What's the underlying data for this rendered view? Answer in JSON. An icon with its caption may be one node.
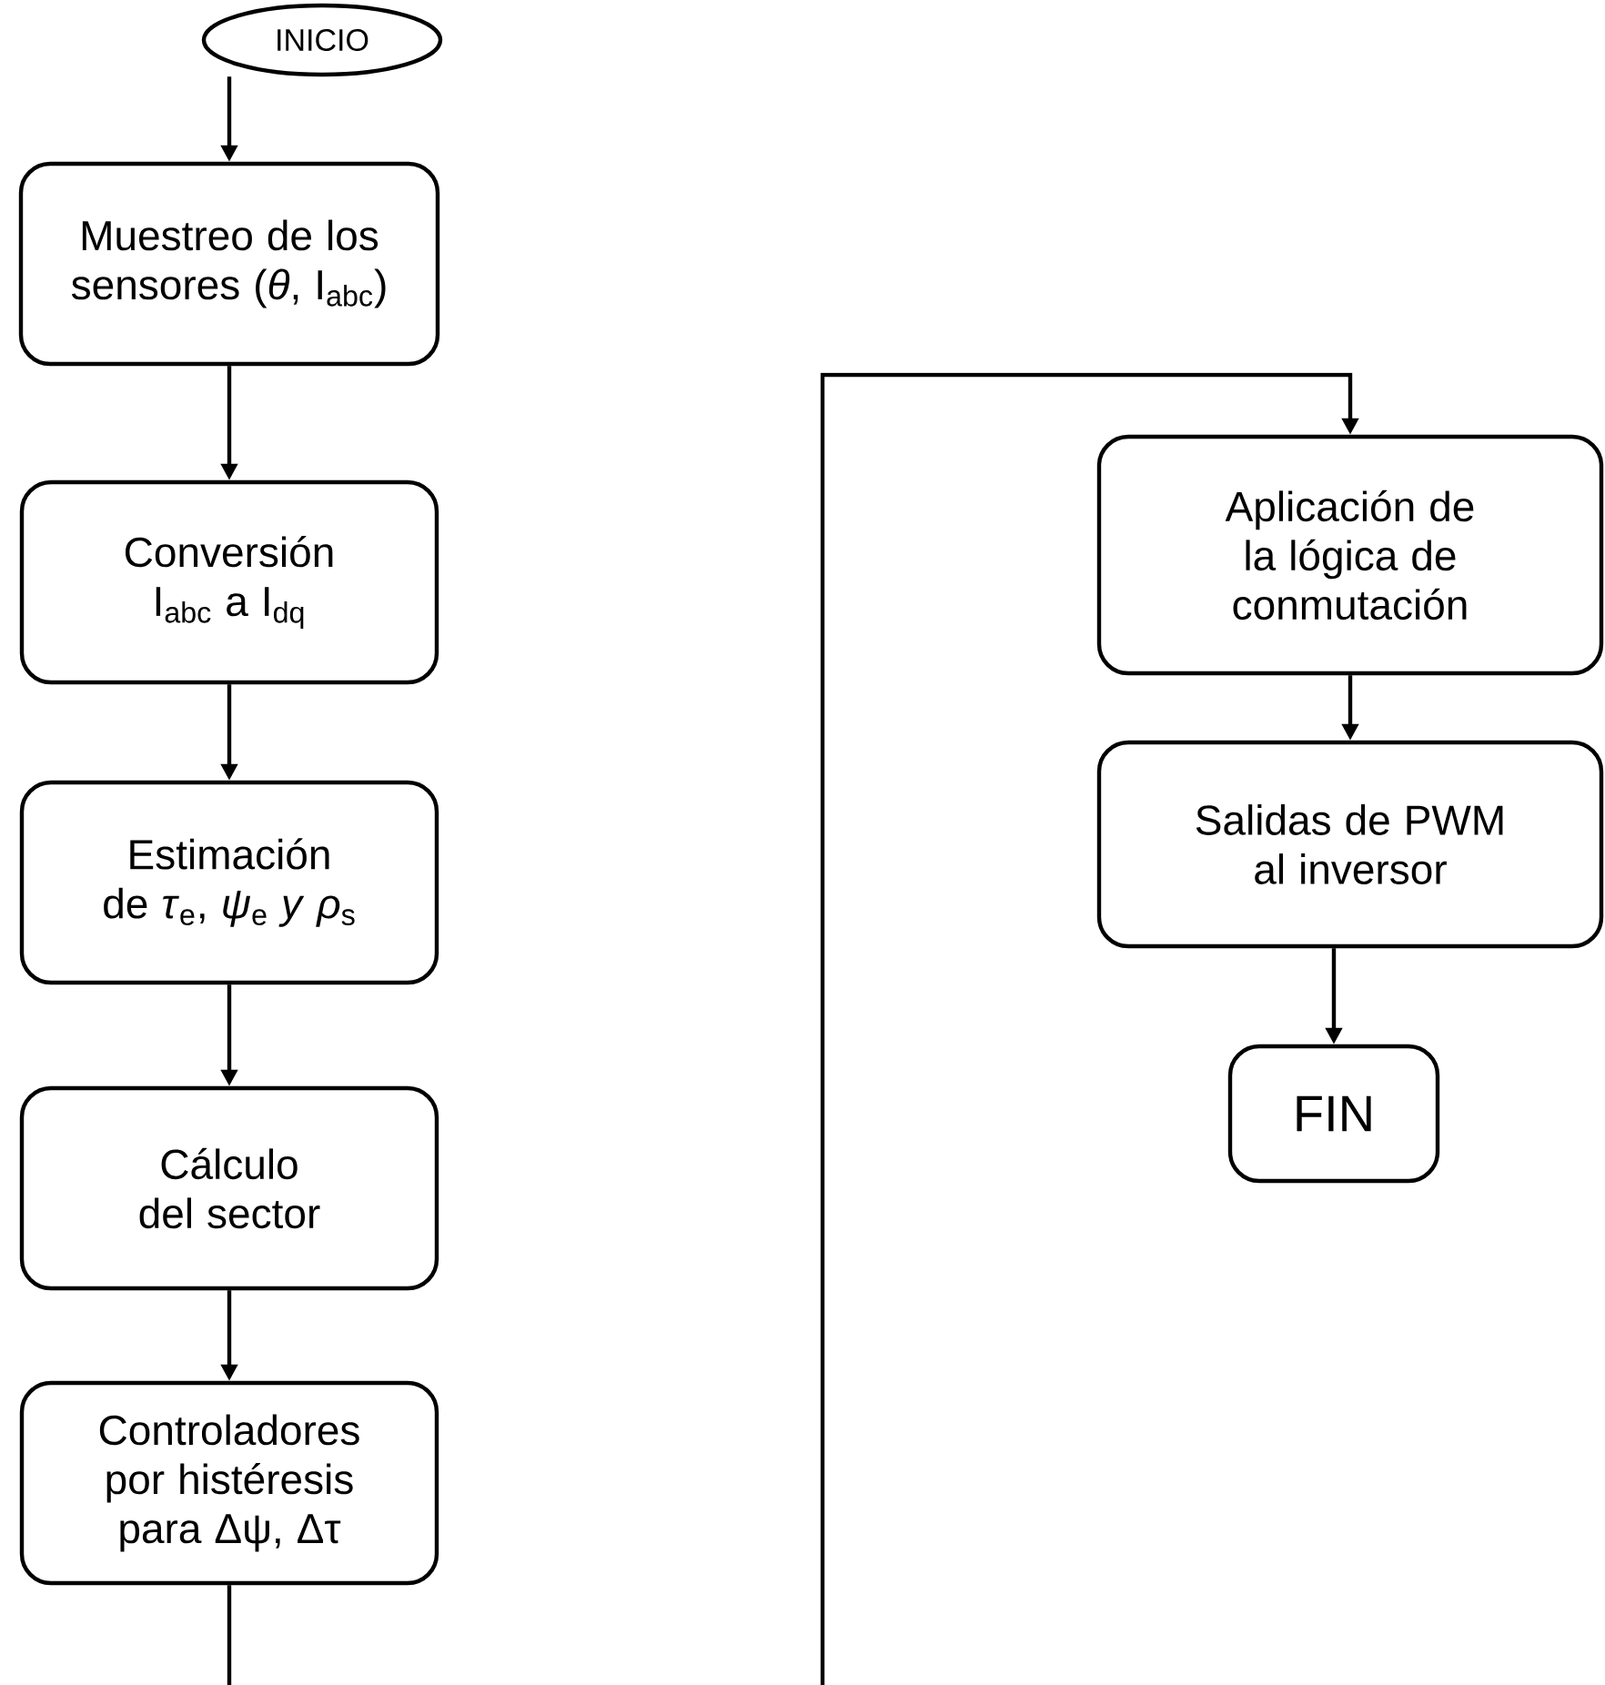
{
  "diagram": {
    "nodes": [
      {
        "text": [
          "INICIO"
        ]
      },
      {
        "text": [
          "Muestreo de los sensores (*θ*, I$_{abc}$)"
        ]
      },
      {
        "text": [
          "Conversión I$_{abc}$ a I$_{dq}$"
        ]
      },
      {
        "text": [
          "Estimación de *τ*$_{e}$, *ψ*$_{e}$ *y* *ρ*$_{s}$"
        ]
      },
      {
        "text": [
          "Cálculo del sector"
        ]
      },
      {
        "text": [
          "Controladores por histéresis para Δψ, Δτ"
        ]
      },
      {
        "text": [
          "Aplicación de la lógica de conmutación"
        ]
      },
      {
        "text": [
          "Salidas de PWM al inversor"
        ]
      },
      {
        "text": [
          "FIN"
        ]
      }
    ],
    "edges": [
      {
        "from": 0,
        "to": 1,
        "arrow": "to"
      },
      {
        "from": 1,
        "to": 2,
        "arrow": "to"
      },
      {
        "from": 2,
        "to": 3,
        "arrow": "to"
      },
      {
        "from": 3,
        "to": 4,
        "arrow": "to"
      },
      {
        "from": 4,
        "to": 5,
        "arrow": "to"
      },
      {
        "from": 5,
        "to": null,
        "arrow": "none"
      },
      {
        "from": null,
        "to": 6,
        "arrow": "to"
      },
      {
        "from": 6,
        "to": 7,
        "arrow": "to"
      },
      {
        "from": 7,
        "to": 8,
        "arrow": "to"
      }
    ]
  }
}
